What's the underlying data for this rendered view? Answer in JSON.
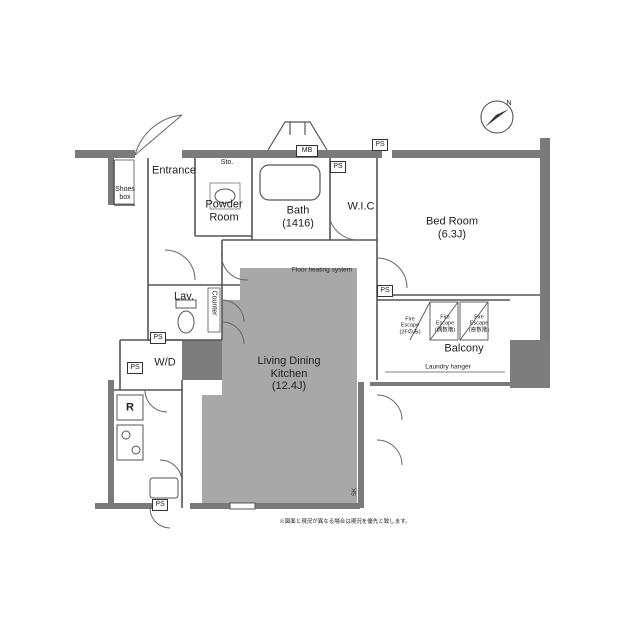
{
  "rooms": {
    "entrance": "Entrance",
    "shoes_box": "Shoes\nbox",
    "sto": "Sto.",
    "powder_room": "Powder\nRoom",
    "bath": "Bath\n(1416)",
    "wic": "W.I.C",
    "bed_room": "Bed Room\n(6.3J)",
    "lav": "Lav.",
    "counter": "Counter",
    "wd": "W/D",
    "ldk": "Living Dining\nKitchen\n(12.4J)",
    "balcony": "Balcony",
    "refrigerator": "R"
  },
  "tags": {
    "mb": "MB",
    "ps": "PS",
    "sk": "SK"
  },
  "notes": {
    "floor_heating": "Floor heating system",
    "laundry_hanger": "Laundry hanger",
    "fire_escape_1": "Fire\nEscape\n(2Fのみ)",
    "fire_escape_2": "Fire\nEscape\n(偶数階)",
    "fire_escape_3": "Fire\nEscape\n(奇数階)",
    "footnote": "※図面と現況が異なる場合は現況を優先と致します。"
  },
  "compass": {
    "label": "N"
  },
  "colors": {
    "wall": "#7a7a7a",
    "hatch": "#9a9a9a",
    "floor": "#a8a8a8",
    "line": "#555555"
  }
}
